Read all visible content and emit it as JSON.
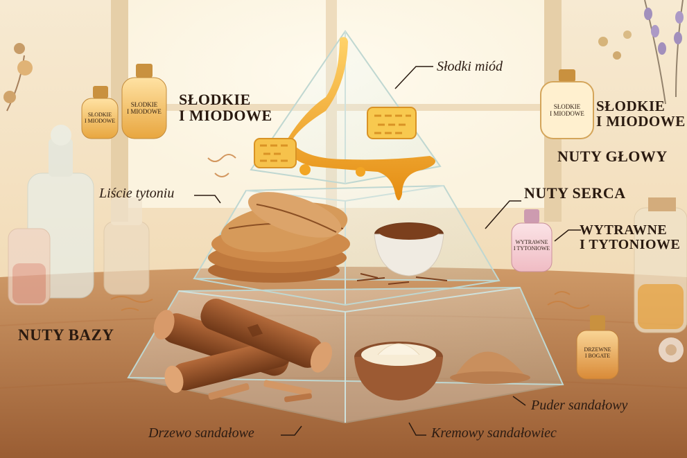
{
  "colors": {
    "wall": "#f3e2c6",
    "window_light": "#fbf3df",
    "table": "#b8794a",
    "honey": "#f0a321",
    "wood": "#8a4a28",
    "glass": "#dceee9",
    "text": "#2a1a10"
  },
  "layers": {
    "top": {
      "title_line1": "SŁODKIE",
      "title_line2": "I MIODOWE",
      "bottle_line1": "SŁODKIE",
      "bottle_line2": "I MIODOWE",
      "callout": "Słodki miód"
    },
    "top_right": {
      "title_line1": "SŁODKIE",
      "title_line2": "I MIODOWE",
      "bottle_line1": "SŁODKIE",
      "bottle_line2": "I MIODOWE",
      "section": "NUTY GŁOWY"
    },
    "middle": {
      "section": "NUTY SERCA",
      "title_line1": "WYTRAWNE",
      "title_line2": "I TYTONIOWE",
      "bottle_line1": "WYTRAWNE",
      "bottle_line2": "I TYTONIOWE",
      "callout": "Liście tytoniu"
    },
    "base": {
      "section": "NUTY BAZY",
      "bottle_line1": "DRZEWNE",
      "bottle_line2": "I BOGATE",
      "callout_left": "Drzewo sandałowe",
      "callout_center": "Kremowy sandałowiec",
      "callout_right": "Puder sandałowy"
    }
  },
  "icons": [
    "honey-icon",
    "honeycomb-icon",
    "tobacco-leaves-icon",
    "tobacco-bowl-icon",
    "sandalwood-logs-icon",
    "cream-bowl-icon",
    "powder-pile-icon",
    "perfume-bottle-icon"
  ]
}
